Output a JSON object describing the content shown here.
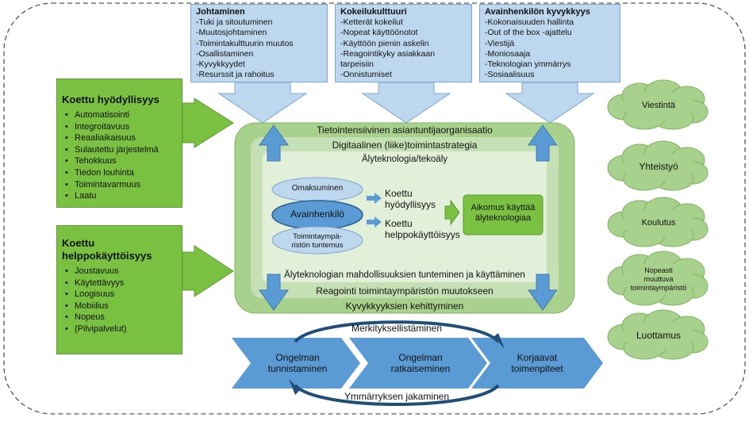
{
  "top_boxes": [
    {
      "title": "Johtaminen",
      "items": [
        "-Tuki ja sitoutuminen",
        "-Muutosjohtaminen",
        "-Toimintakulttuurin muutos",
        "-Osallistaminen",
        "-Kyvykkyydet",
        "-Resurssit ja rahoitus"
      ]
    },
    {
      "title": "Kokeilukulttuuri",
      "items": [
        "-Ketterät kokeilut",
        "-Nopeat käyttöönotot",
        "-Käyttöön pienin askelin",
        "-Reagointikyky asiakkaan tarpeisiin",
        "-Onnistumiset"
      ]
    },
    {
      "title": "Avainhenkilön kyvykkyys",
      "items": [
        "-Kokonaisuuden hallinta",
        "-Out of the box -ajattelu",
        "-Viestijä",
        "-Moniosaaja",
        "-Teknologian ymmärrys",
        "-Sosiaalisuus"
      ]
    }
  ],
  "left_boxes": [
    {
      "title": "Koettu hyödyllisyys",
      "items": [
        "Automatisointi",
        "Integroitavuus",
        "Reaaliaikaisuus",
        "Sulautettu järjestelmä",
        "Tehokkuus",
        "Tiedon louhinta",
        "Toimintavarmuus",
        "Laatu"
      ]
    },
    {
      "title": "Koettu helppokäyttöisyys",
      "items": [
        "Joustavuus",
        "Käytettävyys",
        "Loogisuus",
        "Mobiilius",
        "Nopeus",
        "(Pilvipalvelut)"
      ]
    }
  ],
  "center": {
    "layer1": "Tietointensiivinen asiantuntijaorganisaatio",
    "layer2": "Digitaalinen (liike)toimintastrategia",
    "layer3": "Älyteknologia/tekoäly",
    "bottom3": "Älyteknologian mahdollisuuksien tunteminen ja käyttäminen",
    "bottom2": "Reagointi toimintaympäristön muutokseen",
    "bottom1": "Kyvykkyyksien kehittyminen",
    "oval_top": "Omaksuminen",
    "oval_mid": "Avainhenkilö",
    "oval_bottom": "Toimintaympä-\nristön tuntemus",
    "perceived_usefulness": "Koettu\nhyödyllisyys",
    "perceived_ease": "Koettu\nhelppokäyttöisyys",
    "intention": "Aikomus käyttää\nälyteknologiaa"
  },
  "clouds": [
    "Viestintä",
    "Yhteistyö",
    "Koulutus",
    "Nopeasti\nmuuttuva\ntoimintaympäristö",
    "Luottamus"
  ],
  "process": {
    "steps": [
      "Ongelman\ntunnistaminen",
      "Ongelman\nratkaiseminen",
      "Korjaavat\ntoimenpiteet"
    ],
    "top_label": "Merkityksellistäminen",
    "bottom_label": "Ymmärryksen jakaminen"
  },
  "colors": {
    "light_blue": "#bdd7ee",
    "arrow_blue": "#5b9bd5",
    "bright_green": "#7ac142",
    "pale_green": "#c5e0b4",
    "mid_green": "#a9d18e",
    "cloud_green": "#a9d18e"
  }
}
